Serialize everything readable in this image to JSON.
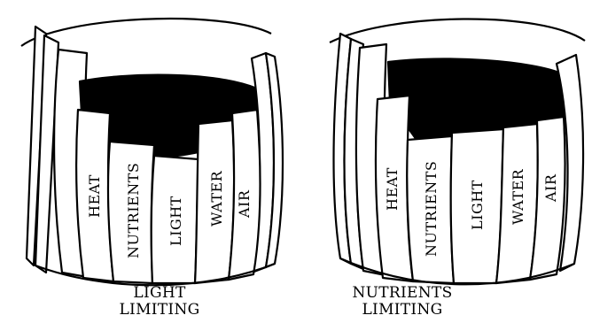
{
  "barrels": [
    {
      "id": "left",
      "staves": [
        "HEAT",
        "NUTRIENTS",
        "LIGHT",
        "WATER",
        "AIR"
      ],
      "caption_line1": "LIGHT",
      "caption_line2": "LIMITING"
    },
    {
      "id": "right",
      "staves": [
        "HEAT",
        "NUTRIENTS",
        "LIGHT",
        "WATER",
        "AIR"
      ],
      "caption_line1": "NUTRIENTS",
      "caption_line2": "LIMITING"
    }
  ]
}
